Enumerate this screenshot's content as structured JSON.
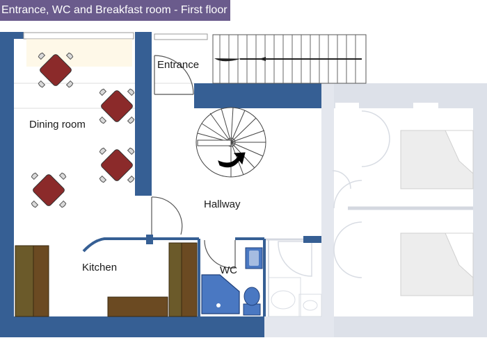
{
  "title": "Entrance, WC and Breakfast room - First floor",
  "rooms": {
    "entrance": "Entrance",
    "dining": "Dining room",
    "hallway": "Hallway",
    "kitchen": "Kitchen",
    "wc": "WC"
  },
  "colors": {
    "banner": "#6a5b8c",
    "wall": "#365f94",
    "faded_wall": "#dde1e9",
    "table": "#8b2a2a",
    "kitchen_unit": "#6b4a22",
    "sanitary": "#4a78c2",
    "stairs_arrow": "#000000"
  },
  "icons": [
    "dining-table-icon",
    "spiral-staircase-icon",
    "straight-staircase-icon",
    "toilet-icon",
    "shower-icon",
    "sink-icon",
    "bed-icon",
    "door-swing-icon"
  ]
}
